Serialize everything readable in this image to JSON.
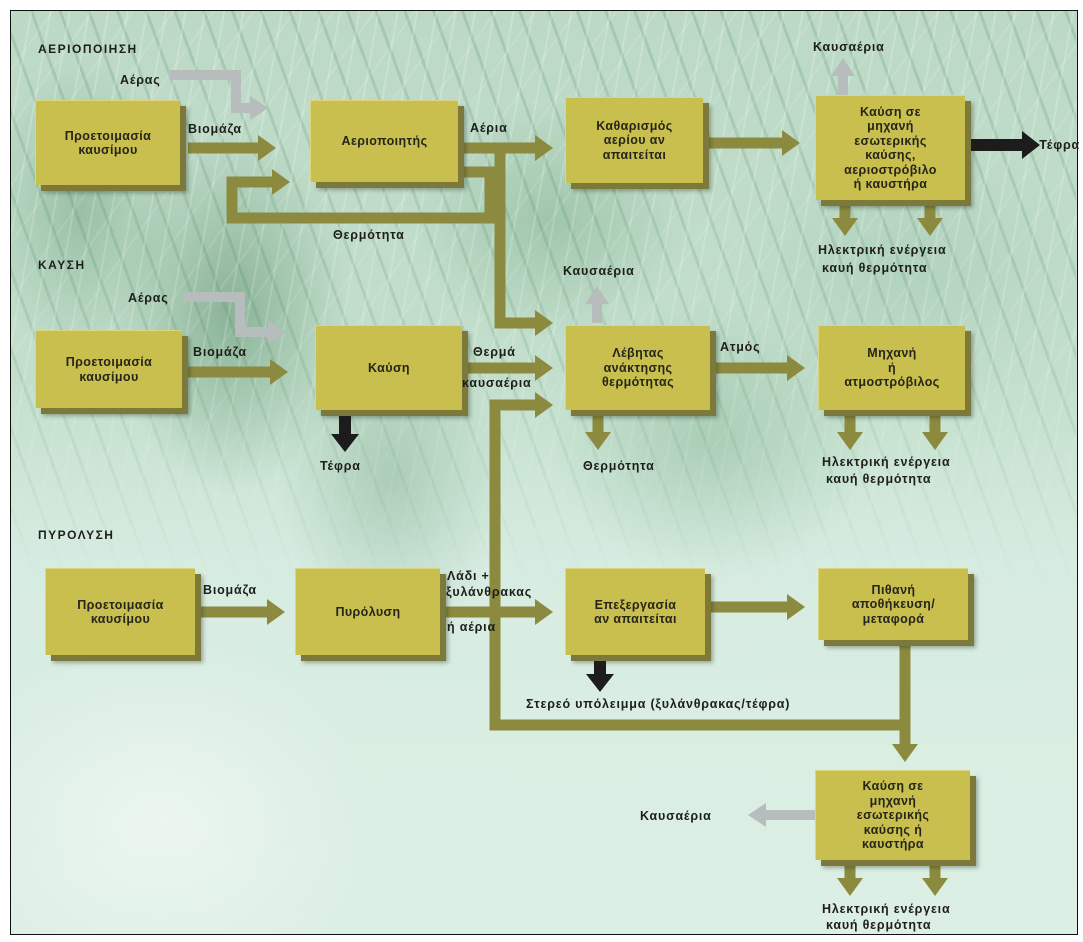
{
  "sections": {
    "gasification": "ΑΕΡΙΟΠΟΙΗΣΗ",
    "combustion": "ΚΑΥΣΗ",
    "pyrolysis": "ΠΥΡΟΛΥΣΗ"
  },
  "gasification": {
    "air_label": "Αέρας",
    "fuel_prep": "Προετοιμασία\nκαυσίμου",
    "biomass_label": "Βιομάζα",
    "gasifier": "Αεριοποιητής",
    "gases_label": "Αέρια",
    "heat_label": "Θερμότητα",
    "gas_cleaning": "Καθαρισμός\nαερίου αν\nαπαιτείται",
    "engine": "Καύση σε\nμηχανή\nεσωτερικής\nκαύσης,\nαεριοστρόβιλο\nή καυστήρα",
    "exhaust_label": "Καυσαέρια",
    "ash_label": "Τέφρα",
    "output_line1": "Ηλεκτρική ενέργεια",
    "output_line2": "καυή θερμότητα"
  },
  "combustion": {
    "air_label": "Αέρας",
    "fuel_prep": "Προετοιμασία\nκαυσίμου",
    "biomass_label": "Βιομάζα",
    "combustor": "Καύση",
    "ash_label": "Τέφρα",
    "hot_gases_line1": "Θερμά",
    "hot_gases_line2": "καυσαέρια",
    "boiler": "Λέβητας\nανάκτησης\nθερμότητας",
    "exhaust_label": "Καυσαέρια",
    "heat_label": "Θερμότητα",
    "steam_label": "Ατμός",
    "turbine": "Μηχανή\nή\nατμοστρόβιλος",
    "output_line1": "Ηλεκτρική ενέργεια",
    "output_line2": "καυή θερμότητα"
  },
  "pyrolysis": {
    "fuel_prep": "Προετοιμασία\nκαυσίμου",
    "biomass_label": "Βιομάζα",
    "pyrolyser": "Πυρόλυση",
    "products_line1": "Λάδι +",
    "products_line2": "ξυλάνθρακας",
    "products_line3": "ή αέρια",
    "processing": "Επεξεργασία\nαν απαιτείται",
    "residue_label": "Στερεό υπόλειμμα (ξυλάνθρακας/τέφρα)",
    "storage": "Πιθανή\nαποθήκευση/\nμεταφορά",
    "engine": "Καύση σε\nμηχανή\nεσωτερικής\nκαύσης ή\nκαυστήρα",
    "exhaust_label": "Καυσαέρια",
    "output_line1": "Ηλεκτρική ενέργεια",
    "output_line2": "καυή θερμότητα"
  },
  "colors": {
    "box": "#c9bf4e",
    "flow_arrow": "#8c8a3f",
    "air_exhaust_arrow": "#b7bcbc",
    "ash_arrow": "#1c1c1c",
    "background": "#d7ece1"
  }
}
